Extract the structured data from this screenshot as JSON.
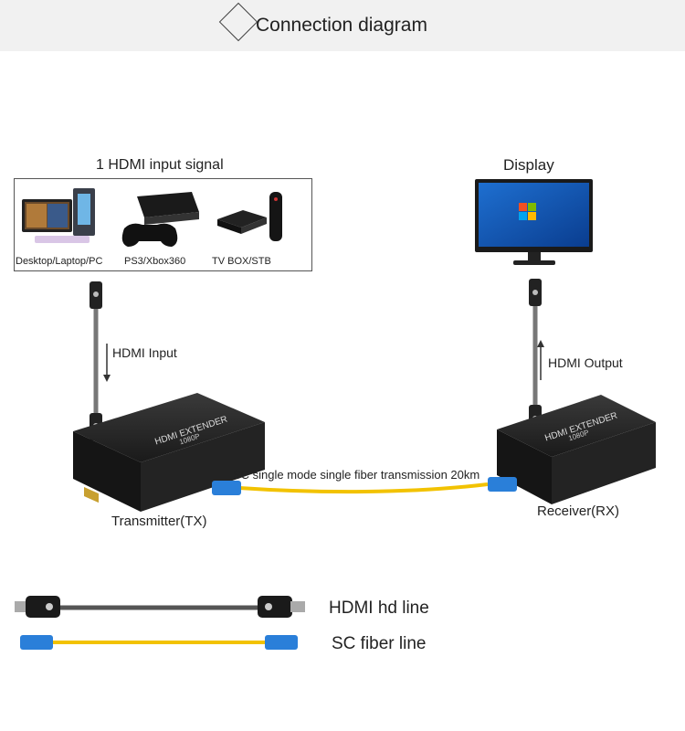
{
  "header": {
    "title": "Connection diagram"
  },
  "source": {
    "heading": "1 HDMI input signal",
    "devices": [
      {
        "label": "Desktop/Laptop/PC",
        "icon": "pc-icon"
      },
      {
        "label": "PS3/Xbox360",
        "icon": "game-console-icon"
      },
      {
        "label": "TV BOX/STB",
        "icon": "tv-box-icon"
      }
    ]
  },
  "display": {
    "label": "Display"
  },
  "links": {
    "input": "HDMI Input",
    "output": "HDMI Output",
    "fiber": "SC single mode single fiber transmission 20km"
  },
  "units": {
    "tx": {
      "label": "Transmitter(TX)",
      "panel": "HDMI EXTENDER",
      "res": "1080P"
    },
    "rx": {
      "label": "Receiver(RX)",
      "panel": "HDMI EXTENDER",
      "res": "1080P"
    }
  },
  "legend": [
    {
      "label": "HDMI hd line",
      "icon": "hdmi-cable-icon"
    },
    {
      "label": "SC fiber line",
      "icon": "sc-fiber-cable-icon"
    }
  ],
  "colors": {
    "fiber": "#f2c200",
    "sc_connector": "#2a7fd9",
    "device": "#1c1c1c"
  }
}
